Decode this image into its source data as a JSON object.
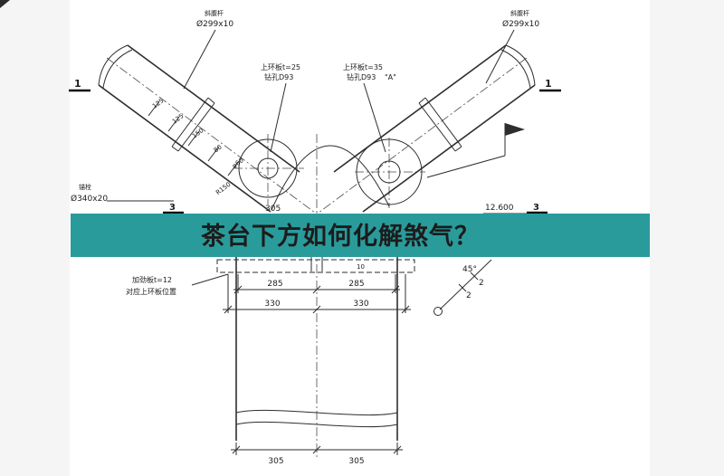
{
  "banner": {
    "text": "茶台下方如何化解煞气？",
    "bg_color": "#2a9b9b",
    "text_color": "#ffe400"
  },
  "drawing": {
    "labels": {
      "pipe_left_name": "斜腹杆",
      "pipe_left_size": "Ø299x10",
      "pipe_right_name": "斜腹杆",
      "pipe_right_size": "Ø299x10",
      "ring_left_1": "上环板t=25",
      "ring_left_2": "钻孔D93",
      "ring_right_1": "上环板t=35",
      "ring_right_2": "钻孔D93",
      "a_mark": "\"A\"",
      "anchor_name": "锚栓",
      "anchor_size": "Ø340x20",
      "elevation": "12.600",
      "stiffener_1": "加劲板t=12",
      "stiffener_2": "对应上环板位置",
      "angle_45": "45°"
    },
    "dims": {
      "d125": "125",
      "d150": "150",
      "d80": "80",
      "dphi60": "φ60",
      "dr150": "R150",
      "d285": "285",
      "d330": "330",
      "d305": "305",
      "d10": "10"
    },
    "sections": {
      "s1": "1",
      "s2": "2",
      "s3": "3"
    }
  }
}
